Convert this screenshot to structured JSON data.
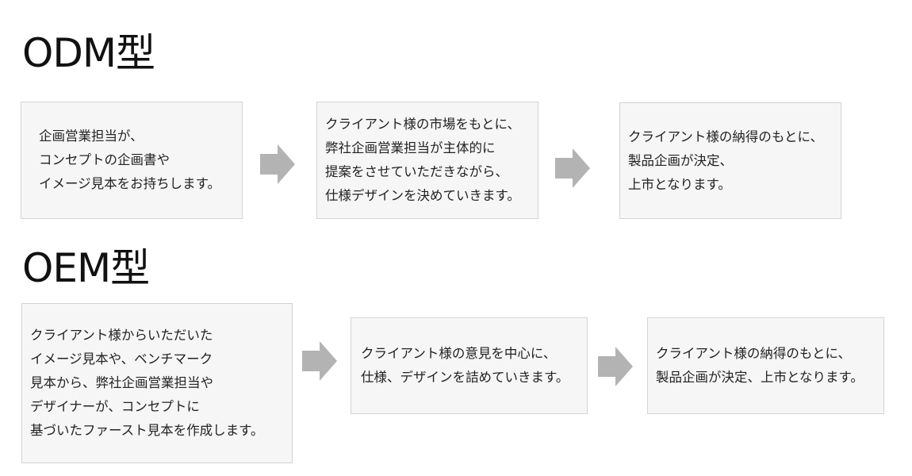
{
  "odm": {
    "title": "ODM型",
    "steps": [
      {
        "lines": [
          "企画営業担当が、",
          "コンセプトの企画書や",
          "イメージ見本をお持ちします。"
        ]
      },
      {
        "lines": [
          "クライアント様の市場をもとに、",
          "弊社企画営業担当が主体的に",
          "提案をさせていただきながら、",
          "仕様デザインを決めていきます。"
        ]
      },
      {
        "lines": [
          "クライアント様の納得のもとに、",
          "製品企画が決定、",
          "上市となります。"
        ]
      }
    ]
  },
  "oem": {
    "title": "OEM型",
    "steps": [
      {
        "lines": [
          "クライアント様からいただいた",
          "イメージ見本や、ベンチマーク",
          "見本から、弊社企画営業担当や",
          "デザイナーが、コンセプトに",
          "基づいたファースト見本を作成します。"
        ]
      },
      {
        "lines": [
          "クライアント様の意見を中心に、",
          "仕様、デザインを詰めていきます。"
        ]
      },
      {
        "lines": [
          "クライアント様の納得のもとに、",
          "製品企画が決定、上市となります。"
        ]
      }
    ]
  },
  "colors": {
    "box_background": "#f6f6f6",
    "box_border": "#d4d4d4",
    "arrow": "#b3b3b3"
  },
  "icons": {
    "flow_arrow": "arrow-right-icon"
  }
}
